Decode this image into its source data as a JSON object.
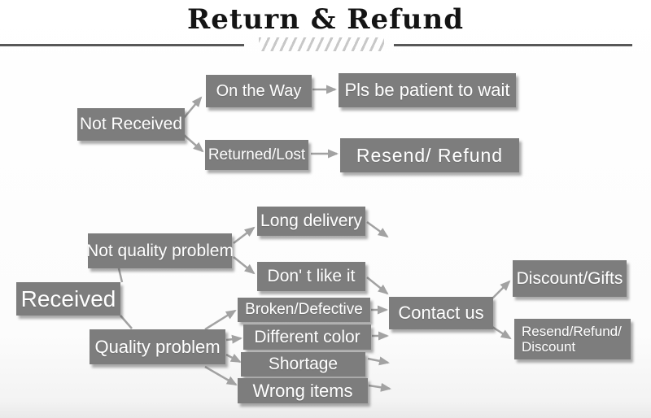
{
  "title": "Return & Refund",
  "colors": {
    "node_fill": "#7d7d7d",
    "node_text": "#ffffff",
    "arrow": "#a2a2a2",
    "divider": "#585858",
    "hatch": "#c8c8c8",
    "title_text": "#141414",
    "background": "#fcfcfc"
  },
  "nodes": {
    "not_received": {
      "label": "Not Received"
    },
    "on_the_way": {
      "label": "On the Way"
    },
    "pls_wait": {
      "label": "Pls be patient to wait"
    },
    "returned_lost": {
      "label": "Returned/Lost"
    },
    "resend_refund": {
      "label": "Resend/ Refund"
    },
    "received": {
      "label": "Received"
    },
    "not_quality_problem": {
      "label": "Not quality problem"
    },
    "quality_problem": {
      "label": "Quality problem"
    },
    "long_delivery": {
      "label": "Long delivery"
    },
    "dont_like_it": {
      "label": "Don' t like it"
    },
    "broken_defective": {
      "label": "Broken/Defective"
    },
    "different_color": {
      "label": "Different color"
    },
    "shortage": {
      "label": "Shortage"
    },
    "wrong_items": {
      "label": "Wrong items"
    },
    "contact_us": {
      "label": "Contact us"
    },
    "discount_gifts": {
      "label": "Discount/Gifts"
    },
    "resend_refund_discount": {
      "line1": "Resend/Refund/",
      "line2": "Discount"
    }
  },
  "connections": [
    {
      "from": "Not Received",
      "to": "On the Way"
    },
    {
      "from": "On the Way",
      "to": "Pls be patient to wait"
    },
    {
      "from": "Not Received",
      "to": "Returned/Lost"
    },
    {
      "from": "Returned/Lost",
      "to": "Resend/ Refund"
    },
    {
      "from": "Received",
      "to": "Not quality problem"
    },
    {
      "from": "Received",
      "to": "Quality problem"
    },
    {
      "from": "Not quality problem",
      "to": "Long delivery"
    },
    {
      "from": "Not quality problem",
      "to": "Don' t like it"
    },
    {
      "from": "Long delivery",
      "to": "Contact us"
    },
    {
      "from": "Don' t like it",
      "to": "Contact us"
    },
    {
      "from": "Quality problem",
      "to": "Broken/Defective"
    },
    {
      "from": "Quality problem",
      "to": "Different color"
    },
    {
      "from": "Quality problem",
      "to": "Shortage"
    },
    {
      "from": "Quality problem",
      "to": "Wrong items"
    },
    {
      "from": "Broken/Defective",
      "to": "Contact us"
    },
    {
      "from": "Different color",
      "to": "Contact us"
    },
    {
      "from": "Shortage",
      "to": "Contact us"
    },
    {
      "from": "Wrong items",
      "to": "Contact us"
    },
    {
      "from": "Contact us",
      "to": "Discount/Gifts"
    },
    {
      "from": "Contact us",
      "to": "Resend/Refund/ Discount"
    }
  ]
}
